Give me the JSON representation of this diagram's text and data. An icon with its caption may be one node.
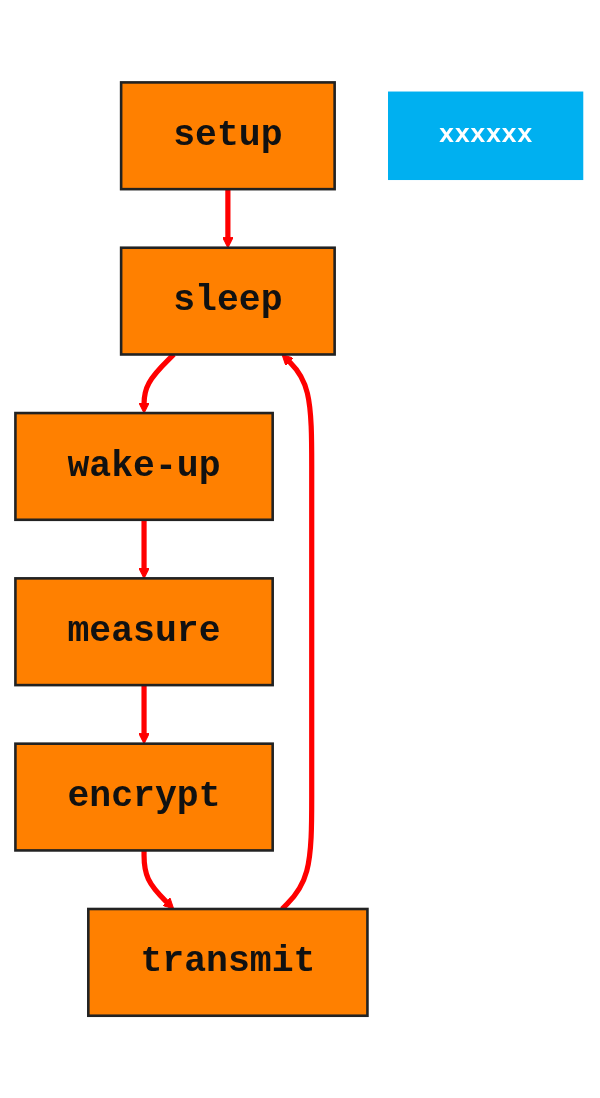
{
  "diagram": {
    "nodes": [
      {
        "text": [
          "setup"
        ]
      },
      {
        "text": [
          "xxxxxx"
        ]
      },
      {
        "text": [
          "sleep"
        ]
      },
      {
        "text": [
          "wake-up"
        ]
      },
      {
        "text": [
          "measure"
        ]
      },
      {
        "text": [
          "encrypt"
        ]
      },
      {
        "text": [
          "transmit"
        ]
      }
    ],
    "edges": [
      {
        "from": 0,
        "to": 2,
        "arrow": "to"
      },
      {
        "from": 2,
        "to": 3,
        "arrow": "to"
      },
      {
        "from": 3,
        "to": 4,
        "arrow": "to"
      },
      {
        "from": 4,
        "to": 5,
        "arrow": "to"
      },
      {
        "from": 5,
        "to": 6,
        "arrow": "to"
      },
      {
        "from": 6,
        "to": 2,
        "arrow": "to"
      }
    ]
  }
}
